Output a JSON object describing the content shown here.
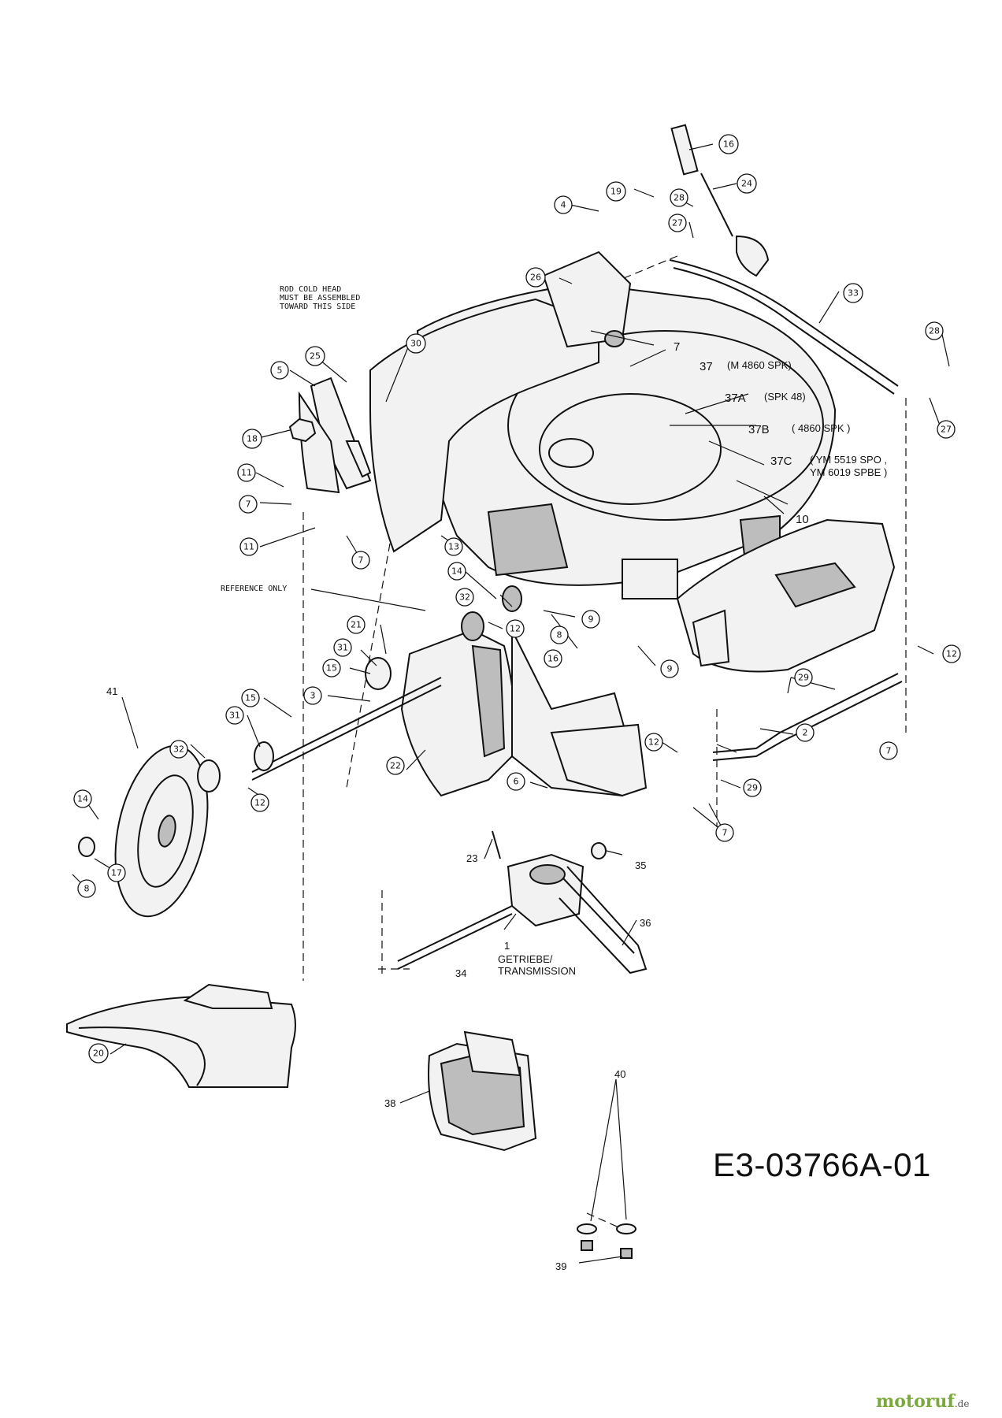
{
  "drawing_code": "E3-03766A-01",
  "watermark": {
    "brand": "motoruf",
    "suffix": ".de"
  },
  "notes": {
    "rod_cold_head": [
      "ROD COLD HEAD",
      "MUST BE ASSEMBLED",
      "TOWARD THIS SIDE"
    ],
    "reference_only": "REFERENCE ONLY",
    "gearbox": [
      "GETRIEBE/",
      "TRANSMISSION"
    ]
  },
  "variants": [
    {
      "code": "37",
      "model": "(M 4860 SPK)"
    },
    {
      "code": "37A",
      "model": "(SPK 48)"
    },
    {
      "code": "37B",
      "model": "( 4860 SPK )"
    },
    {
      "code": "37C",
      "model": "( YM 5519 SPO ,",
      "model2": "YM 6019 SPBE )"
    }
  ],
  "callouts": {
    "c16a": "16",
    "c24": "24",
    "c19a": "19",
    "c4": "4",
    "c28a": "28",
    "c27a": "27",
    "c26": "26",
    "c33": "33",
    "c28b": "28",
    "c27b": "27",
    "c30": "30",
    "c25": "25",
    "c5": "5",
    "c18": "18",
    "c11a": "11",
    "c7a": "7",
    "c11b": "11",
    "c7b": "7",
    "c13": "13",
    "c14a": "14",
    "c32a": "32",
    "c12a": "12",
    "c8a": "8",
    "c9a": "9",
    "c16b": "16",
    "c9b": "9",
    "c12b": "12",
    "c21": "21",
    "c31a": "31",
    "c15a": "15",
    "c3": "3",
    "c15b": "15",
    "c31b": "31",
    "c32b": "32",
    "c12c": "12",
    "c22": "22",
    "c6": "6",
    "c29a": "29",
    "c2": "2",
    "c7c": "7",
    "c12d": "12",
    "c29b": "29",
    "c7d": "7",
    "c14b": "14",
    "c17": "17",
    "c8b": "8",
    "c20": "20",
    "c38": "38"
  },
  "plain_labels": {
    "l7": "7",
    "l10": "10",
    "l41": "41",
    "l23": "23",
    "l35": "35",
    "l36": "36",
    "l1": "1",
    "l34": "34",
    "l40": "40",
    "l39": "39"
  }
}
